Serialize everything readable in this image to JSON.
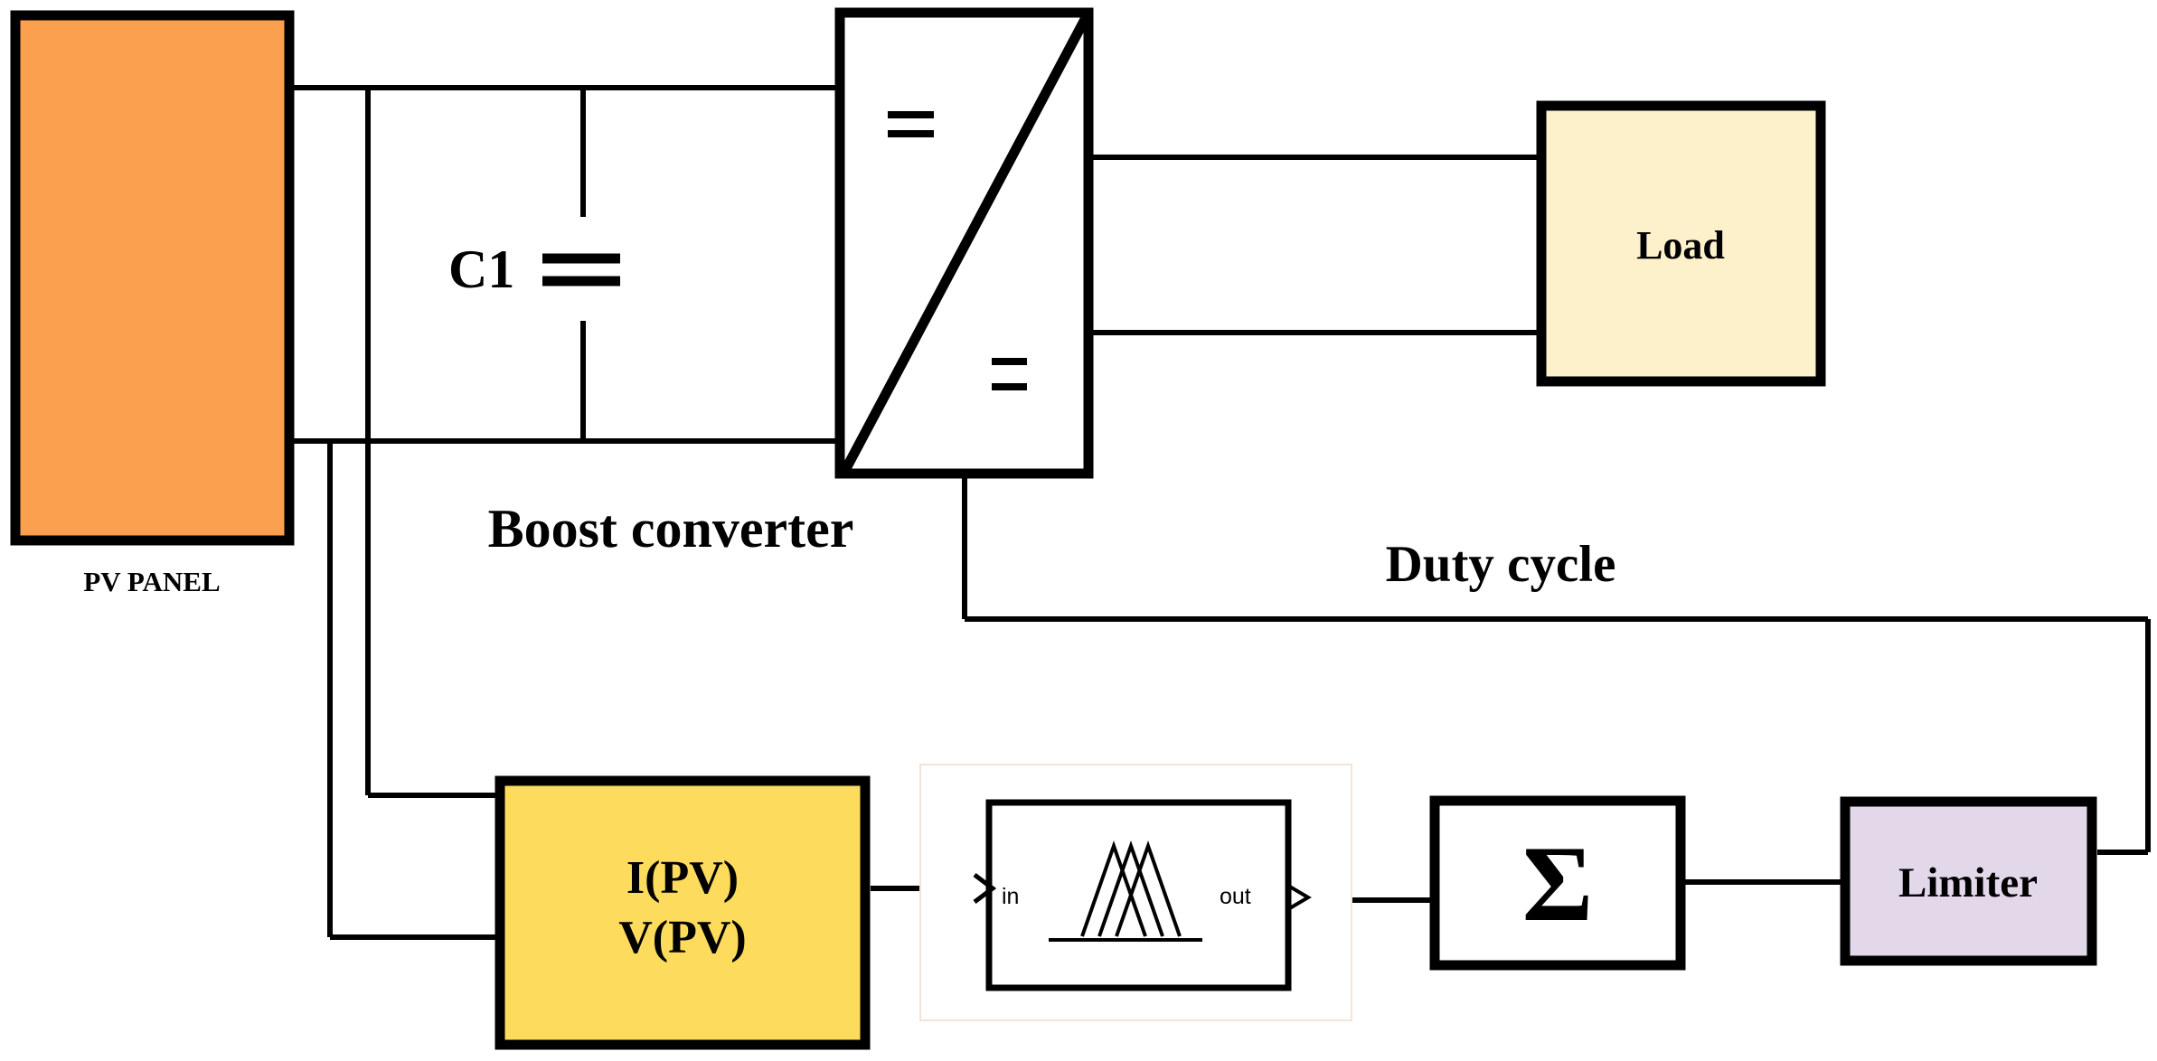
{
  "diagram": {
    "pv_panel": {
      "label": "PV PANEL"
    },
    "capacitor": {
      "label": "C1"
    },
    "boost_converter": {
      "label": "Boost converter",
      "dc_symbol_top": "=",
      "dc_symbol_bottom": "="
    },
    "load": {
      "label": "Load"
    },
    "duty_cycle": {
      "label": "Duty cycle"
    },
    "sensor": {
      "line1": "I(PV)",
      "line2": "V(PV)"
    },
    "fuzzy_block": {
      "in_label": "in",
      "out_label": "out"
    },
    "sum_block": {
      "symbol": "Σ"
    },
    "limiter": {
      "label": "Limiter"
    }
  },
  "colors": {
    "pv_panel": "#fba04e",
    "load": "#fdf1cb",
    "sensor": "#fddb5c",
    "limiter": "#e2d8ea",
    "wire": "#000000"
  }
}
